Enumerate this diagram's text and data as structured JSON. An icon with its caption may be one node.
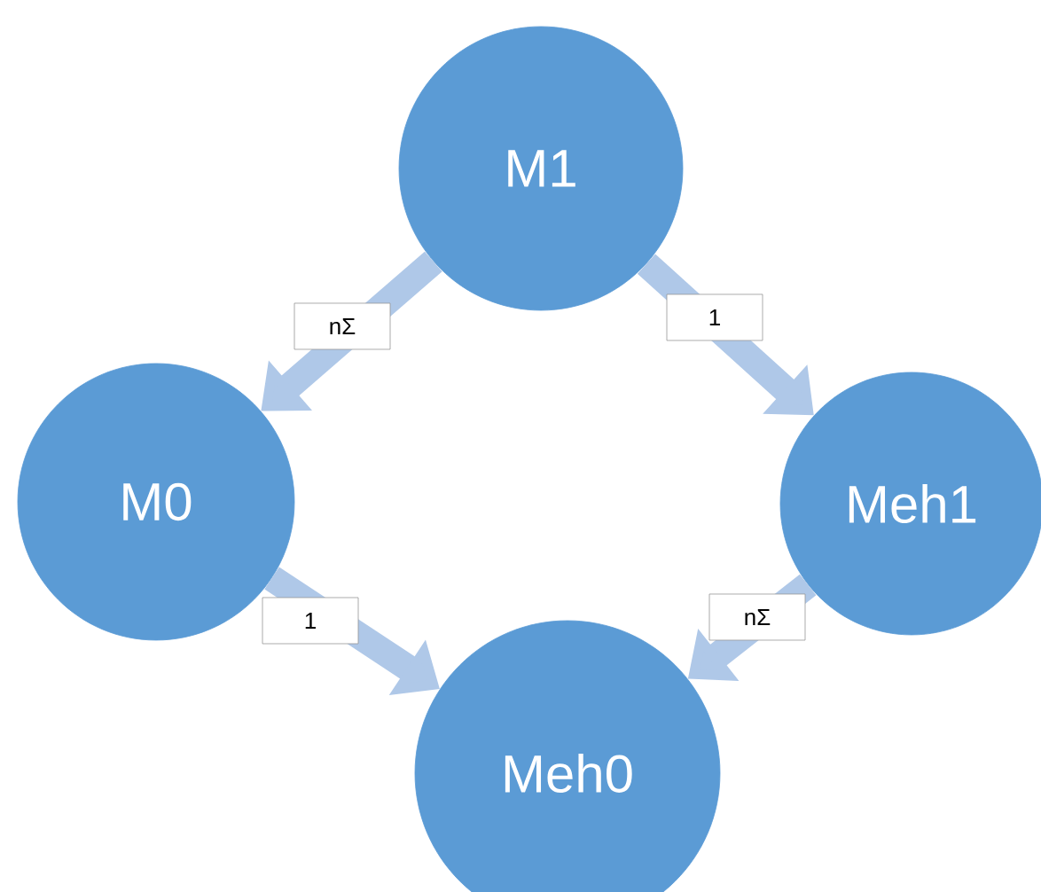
{
  "diagram": {
    "nodes": [
      {
        "text": [
          "M1"
        ]
      },
      {
        "text": [
          "M0"
        ]
      },
      {
        "text": [
          "Meh1"
        ]
      },
      {
        "text": [
          "Meh0"
        ]
      }
    ],
    "edges": [
      {
        "from": 0,
        "to": 1,
        "arrow": "to",
        "label": "nΣ"
      },
      {
        "from": 0,
        "to": 2,
        "arrow": "to",
        "label": "1"
      },
      {
        "from": 1,
        "to": 3,
        "arrow": "to",
        "label": "1"
      },
      {
        "from": 2,
        "to": 3,
        "arrow": "to",
        "label": "nΣ"
      }
    ]
  }
}
